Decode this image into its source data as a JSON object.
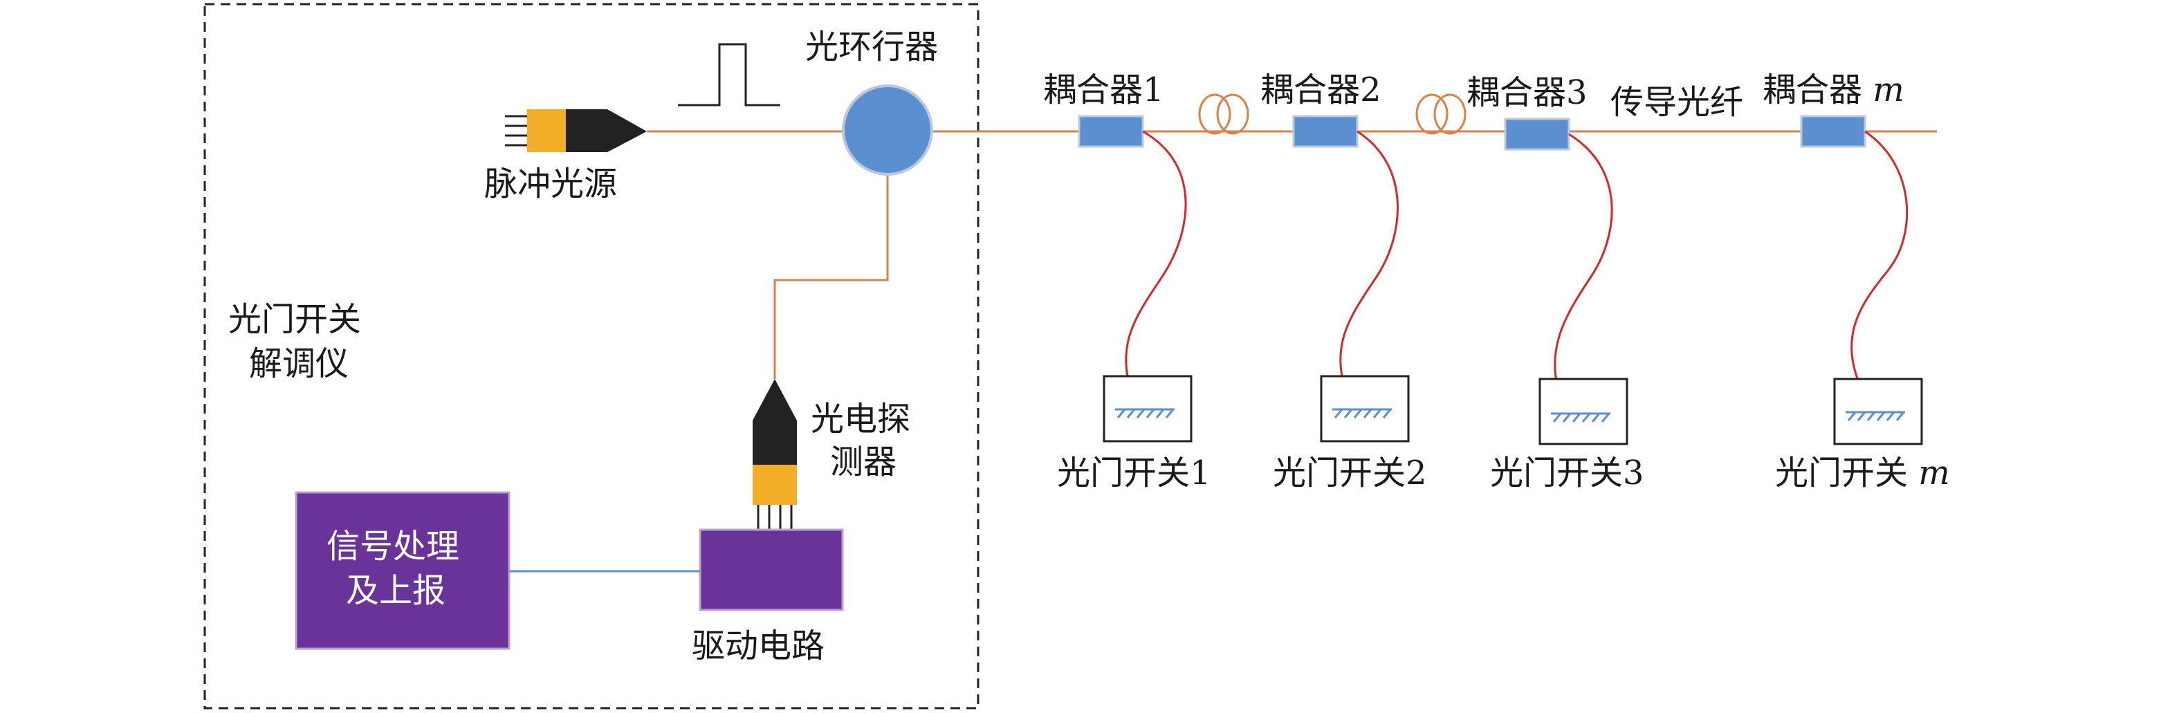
{
  "demodulator": {
    "label_line1": "光门开关",
    "label_line2": "解调仪",
    "pulse_source": "脉冲光源",
    "circulator": "光环行器",
    "detector_line1": "光电探",
    "detector_line2": "测器",
    "driver": "驱动电路",
    "signal_line1": "信号处理",
    "signal_line2": "及上报"
  },
  "fiber": {
    "transmission_label": "传导光纤"
  },
  "couplers": [
    {
      "label": "耦合器1"
    },
    {
      "label": "耦合器2"
    },
    {
      "label": "耦合器3"
    },
    {
      "label": "耦合器 ",
      "suffix": "m"
    }
  ],
  "switches": [
    {
      "label": "光门开关1"
    },
    {
      "label": "光门开关2"
    },
    {
      "label": "光门开关3"
    },
    {
      "label": "光门开关 ",
      "suffix": "m"
    }
  ],
  "colors": {
    "fiber_line": "#D9824A",
    "red_fiber": "#D62828",
    "coupler_fill": "#5B8FD0",
    "circulator_fill": "#5B8FD0",
    "box_fill": "#6A3399",
    "connector_orange": "#F2AE29",
    "connector_black": "#222222",
    "blue_wire": "#5B8FD0"
  }
}
